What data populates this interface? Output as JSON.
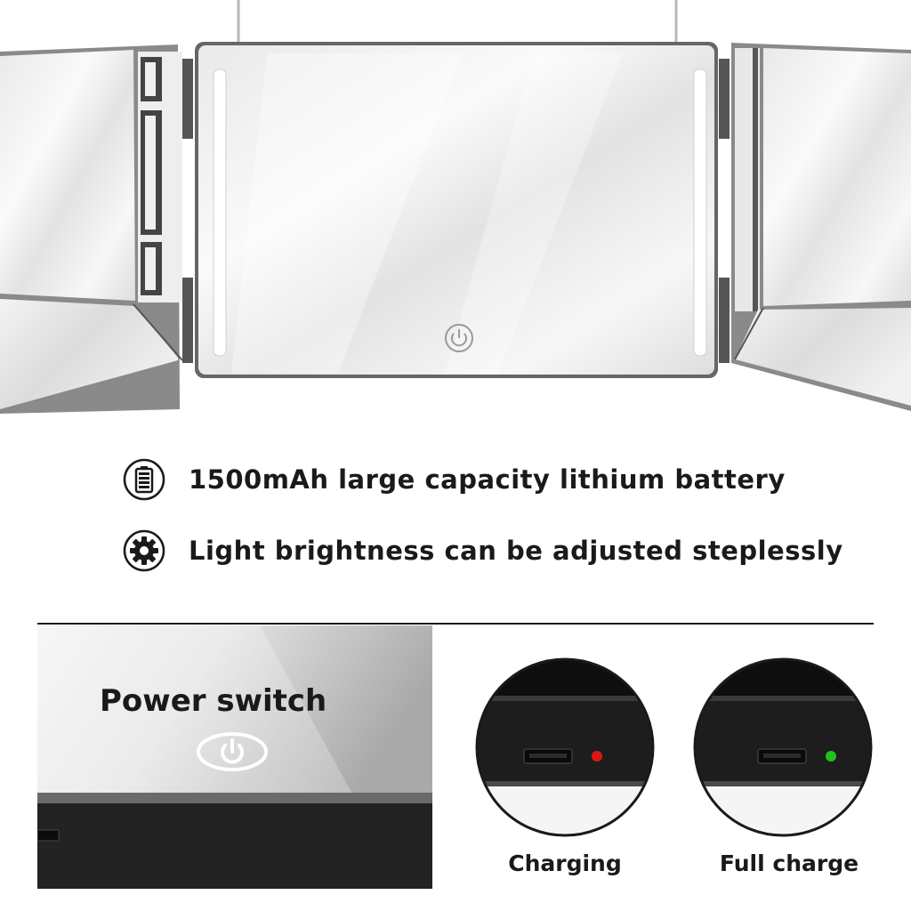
{
  "features": [
    {
      "icon": "battery-icon",
      "text": "1500mAh large capacity lithium battery"
    },
    {
      "icon": "gear-icon",
      "text": "Light brightness can be adjusted steplessly"
    }
  ],
  "power_panel": {
    "title": "Power switch",
    "icon": "power-icon"
  },
  "status_circles": [
    {
      "label": "Charging",
      "indicator_color": "#e01515"
    },
    {
      "label": "Full charge",
      "indicator_color": "#1ec21e"
    }
  ],
  "colors": {
    "frame": "#5a5a5a",
    "text": "#1a1a1a",
    "device_body": "#232323"
  }
}
